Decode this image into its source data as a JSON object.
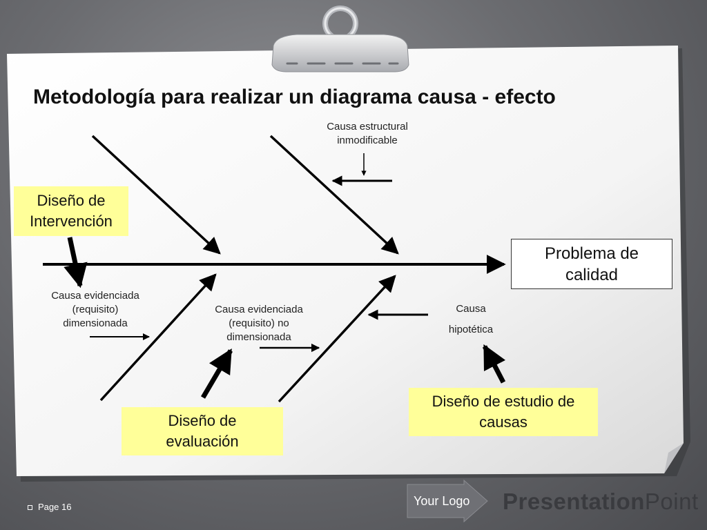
{
  "title": "Metodología para realizar un diagrama causa - efecto",
  "labels": {
    "causa_estructural_l1": "Causa estructural",
    "causa_estructural_l2": "inmodificable",
    "causa_dim_l1": "Causa evidenciada",
    "causa_dim_l2": "(requisito)",
    "causa_dim_l3": "dimensionada",
    "causa_nodim_l1": "Causa evidenciada",
    "causa_nodim_l2": "(requisito) no",
    "causa_nodim_l3": "dimensionada",
    "causa_hip_l1": "Causa",
    "causa_hip_l2": "hipotética"
  },
  "boxes": {
    "intervencion_l1": "Diseño de",
    "intervencion_l2": "Intervención",
    "evaluacion_l1": "Diseño de",
    "evaluacion_l2": "evaluación",
    "estudio_l1": "Diseño de estudio de",
    "estudio_l2": "causas",
    "problema_l1": "Problema de",
    "problema_l2": "calidad"
  },
  "footer": {
    "page": "Page 16",
    "your_logo": "Your Logo",
    "brand_bold": "Presentation",
    "brand_regular": "Point"
  },
  "colors": {
    "note_fill": "#ffff99",
    "arrow": "#000000"
  }
}
